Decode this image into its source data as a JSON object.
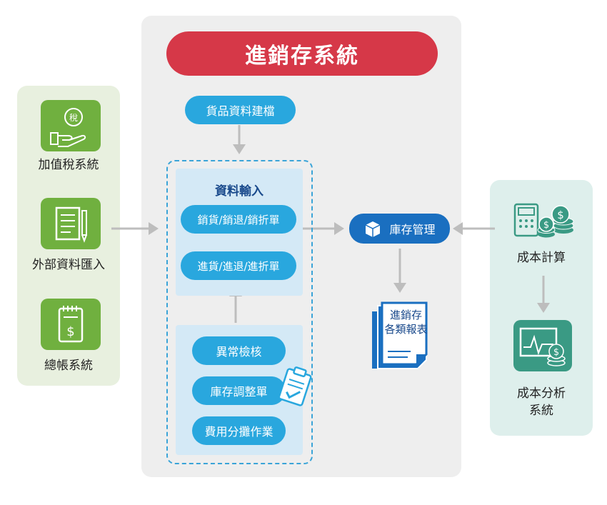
{
  "title": "進銷存系統",
  "left_systems": [
    {
      "label": "加值稅系統",
      "icon": "tax-hand-icon",
      "badge": "稅"
    },
    {
      "label": "外部資料匯入",
      "icon": "document-pen-icon"
    },
    {
      "label": "總帳系統",
      "icon": "ledger-dollar-icon"
    }
  ],
  "center": {
    "product_setup": "貨品資料建檔",
    "data_input_title": "資料輸入",
    "sales_pill": "銷貨/銷退/銷折單",
    "purchase_pill": "進貨/進退/進折單",
    "check_items": [
      "異常檢核",
      "庫存調整單",
      "費用分攤作業"
    ]
  },
  "inventory": {
    "label": "庫存管理",
    "icon": "box-icon"
  },
  "report": {
    "line1": "進銷存",
    "line2": "各類報表"
  },
  "right": {
    "cost_calc": "成本計算",
    "cost_analysis_line1": "成本分析",
    "cost_analysis_line2": "系統"
  },
  "colors": {
    "title": "#d63848",
    "pill": "#29a7de",
    "dark_pill": "#1a6fc0",
    "green": "#70b03f",
    "teal": "#3a9a84"
  }
}
